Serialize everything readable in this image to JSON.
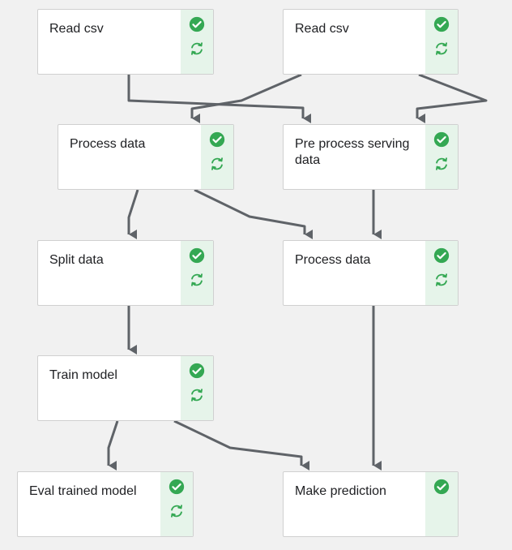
{
  "colors": {
    "background": "#f1f1f1",
    "edge": "#5f6368",
    "success": "#34a853",
    "status_panel": "#e6f4ea"
  },
  "nodes": [
    {
      "id": "read-csv-1",
      "label": "Read csv",
      "icons": [
        "check-circle-icon",
        "retry-icon"
      ]
    },
    {
      "id": "read-csv-2",
      "label": "Read csv",
      "icons": [
        "check-circle-icon",
        "retry-icon"
      ]
    },
    {
      "id": "process-data-1",
      "label": "Process data",
      "icons": [
        "check-circle-icon",
        "retry-icon"
      ]
    },
    {
      "id": "pre-process-serving-data",
      "label": "Pre process serving data",
      "icons": [
        "check-circle-icon",
        "retry-icon"
      ]
    },
    {
      "id": "split-data",
      "label": "Split data",
      "icons": [
        "check-circle-icon",
        "retry-icon"
      ]
    },
    {
      "id": "process-data-2",
      "label": "Process data",
      "icons": [
        "check-circle-icon",
        "retry-icon"
      ]
    },
    {
      "id": "train-model",
      "label": "Train model",
      "icons": [
        "check-circle-icon",
        "retry-icon"
      ]
    },
    {
      "id": "eval-trained-model",
      "label": "Eval trained model",
      "icons": [
        "check-circle-icon",
        "retry-icon"
      ]
    },
    {
      "id": "make-prediction",
      "label": "Make prediction",
      "icons": [
        "check-circle-icon"
      ]
    }
  ],
  "edges": [
    {
      "from": "read-csv-1",
      "to": "pre-process-serving-data"
    },
    {
      "from": "read-csv-2",
      "to": "process-data-1"
    },
    {
      "from": "read-csv-2",
      "to": "pre-process-serving-data"
    },
    {
      "from": "process-data-1",
      "to": "split-data"
    },
    {
      "from": "process-data-1",
      "to": "process-data-2"
    },
    {
      "from": "pre-process-serving-data",
      "to": "process-data-2"
    },
    {
      "from": "split-data",
      "to": "train-model"
    },
    {
      "from": "process-data-2",
      "to": "make-prediction"
    },
    {
      "from": "train-model",
      "to": "eval-trained-model"
    },
    {
      "from": "train-model",
      "to": "make-prediction"
    }
  ]
}
